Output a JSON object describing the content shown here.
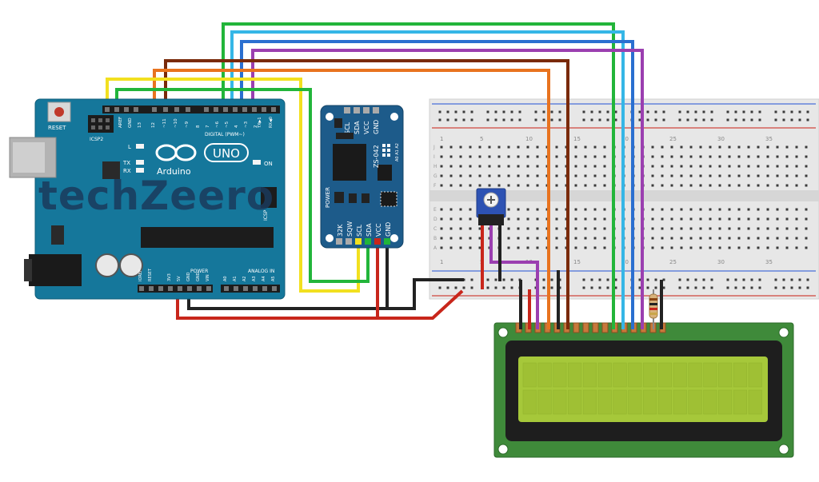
{
  "watermark": "techZeero",
  "arduino": {
    "reset_label": "RESET",
    "icsp_label": "ICSP2",
    "icsp_label_right": "ICSP",
    "digital_label": "DIGITAL (PWM~)",
    "tx_rx_labels": [
      "TX▶1",
      "RX◀0"
    ],
    "top_pin_labels": [
      "AREF",
      "GND",
      "13",
      "12",
      "~11",
      "~10",
      "~9",
      "8",
      "7",
      "~6",
      "~5",
      "4",
      "~3",
      "2"
    ],
    "led_l": "L",
    "led_tx": "TX",
    "led_rx": "RX",
    "on_label": "ON",
    "logo_name": "Arduino",
    "logo_badge": "UNO",
    "power_label": "POWER",
    "analog_label": "ANALOG IN",
    "power_pins": [
      "IOREF",
      "RESET",
      "3V3",
      "5V",
      "GND",
      "GND",
      "VIN"
    ],
    "analog_pins": [
      "A0",
      "A1",
      "A2",
      "A3",
      "A4",
      "A5"
    ]
  },
  "rtc": {
    "top_pins": [
      "SCL",
      "SDA",
      "VCC",
      "GND"
    ],
    "model": "ZS-042",
    "address_pins": "A0 A1 A2",
    "power_label": "POWER",
    "bottom_pins": [
      "32K",
      "SQW",
      "SCL",
      "SDA",
      "VCC",
      "GND"
    ]
  },
  "breadboard": {
    "column_numbers": [
      "1",
      "5",
      "10",
      "15",
      "20",
      "25",
      "30",
      "35"
    ],
    "row_letters_top": [
      "J",
      "I",
      "H",
      "G",
      "F"
    ],
    "row_letters_bottom": [
      "E",
      "D",
      "C",
      "B",
      "A"
    ]
  },
  "wire_colors": {
    "yellow": "#f2e01f",
    "green": "#22b53a",
    "orange": "#e8731f",
    "brown": "#7a2a0a",
    "cyan": "#35b6e6",
    "blue": "#2a6fd0",
    "purple": "#9b3fb0",
    "red": "#c8261b",
    "black": "#222222"
  },
  "board_colors": {
    "arduino": "#15779b",
    "rtc": "#1d5b8a",
    "lcd_pcb": "#3f8a3a",
    "lcd_screen": "#a6c83a"
  }
}
